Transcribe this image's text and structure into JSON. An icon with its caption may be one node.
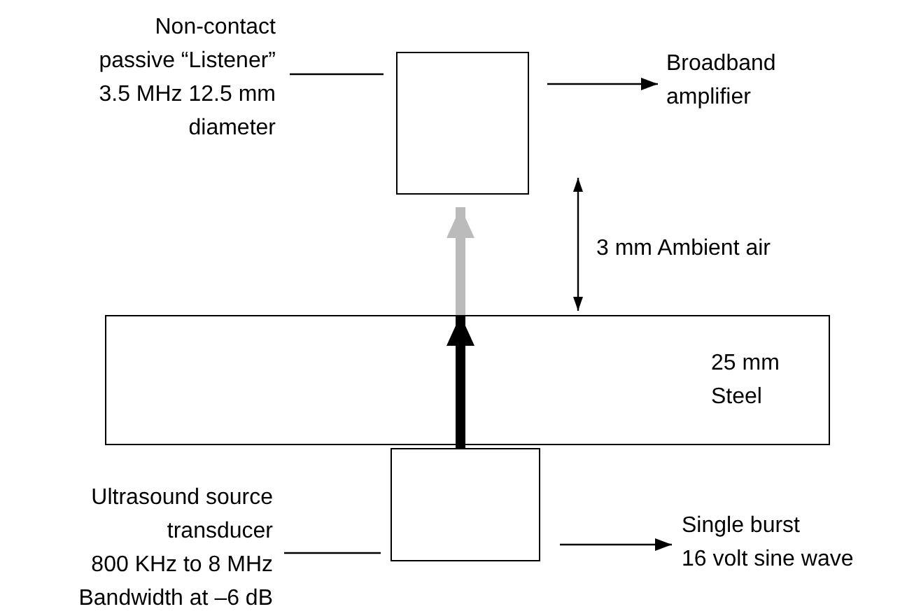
{
  "diagram": {
    "nodes": [
      {
        "text": [
          "Non-contact passive “Listener” 3.5 MHz 12.5 mm diameter"
        ]
      },
      {
        "text": [],
        "shape": "box"
      },
      {
        "text": [
          "Broadband amplifier"
        ]
      },
      {
        "text": [
          "25 mm Steel"
        ]
      },
      {
        "text": [],
        "shape": "box"
      },
      {
        "text": [
          "Ultrasound source transducer",
          "800 KHz to 8 MHz Bandwidth at –6 dB"
        ]
      },
      {
        "text": [
          "Single burst",
          "16 volt sine wave"
        ]
      }
    ],
    "edges": [
      {
        "from": 0,
        "to": 1,
        "arrow": "none"
      },
      {
        "from": 1,
        "to": 2,
        "arrow": "to"
      },
      {
        "from": 3,
        "to": 1,
        "arrow": "to",
        "style": "thick",
        "color": "#bbbbbb"
      },
      {
        "from": 4,
        "to": 3,
        "arrow": "to",
        "style": "thick"
      },
      {
        "from": 5,
        "to": 4,
        "arrow": "none"
      },
      {
        "from": 4,
        "to": 6,
        "arrow": "to"
      }
    ],
    "labels": [
      "3 mm Ambient air"
    ]
  }
}
